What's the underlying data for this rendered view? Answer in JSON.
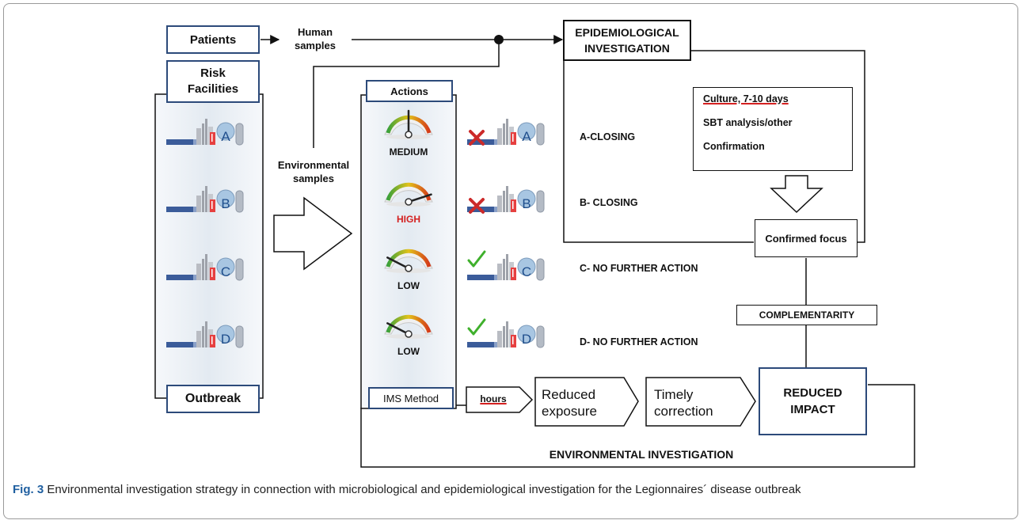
{
  "nodes": {
    "patients": "Patients",
    "human_samples": "Human\nsamples",
    "risk_facilities": "Risk\nFacilities",
    "outbreak": "Outbreak",
    "environmental_samples": "Environmental\nsamples",
    "actions": "Actions",
    "ims_method": "IMS Method",
    "epi_title": "EPIDEMIOLOGICAL\nINVESTIGATION",
    "lab_steps": [
      "Culture, 7-10 days",
      "SBT analysis/other",
      "Confirmation"
    ],
    "confirmed_focus": "Confirmed focus",
    "complementarity": "COMPLEMENTARITY",
    "reduced_impact": "REDUCED\nIMPACT",
    "hours": "hours",
    "reduced_exposure": "Reduced\nexposure",
    "timely_correction": "Timely\ncorrection",
    "environmental_investigation": "ENVIRONMENTAL INVESTIGATION"
  },
  "facilities": [
    {
      "letter": "A"
    },
    {
      "letter": "B"
    },
    {
      "letter": "C"
    },
    {
      "letter": "D"
    }
  ],
  "risk_gauges": [
    {
      "level": "MEDIUM",
      "color": "#111111",
      "value": 0.5
    },
    {
      "level": "HIGH",
      "color": "#d42020",
      "value": 0.9
    },
    {
      "level": "LOW",
      "color": "#111111",
      "value": 0.15
    },
    {
      "level": "LOW",
      "color": "#111111",
      "value": 0.15
    }
  ],
  "outcomes": [
    {
      "letter": "A",
      "icon": "cross-icon",
      "text": "A-CLOSING"
    },
    {
      "letter": "B",
      "icon": "cross-icon",
      "text": "B- CLOSING"
    },
    {
      "letter": "C",
      "icon": "check-icon",
      "text": "C- NO FURTHER ACTION"
    },
    {
      "letter": "D",
      "icon": "check-icon",
      "text": "D- NO FURTHER ACTION"
    }
  ],
  "caption": {
    "label": "Fig. 3",
    "text": " Environmental investigation strategy in connection with microbiological and epidemiological investigation for the Legionnaires´ disease outbreak"
  },
  "colors": {
    "box_blue": "#2c4a7a",
    "panel_fill": "#eef2f6",
    "gauge_high": "#d42020",
    "check_green": "#3fb02c",
    "cross_red": "#cc2a2a",
    "tank_blue": "#a8c6e2"
  }
}
